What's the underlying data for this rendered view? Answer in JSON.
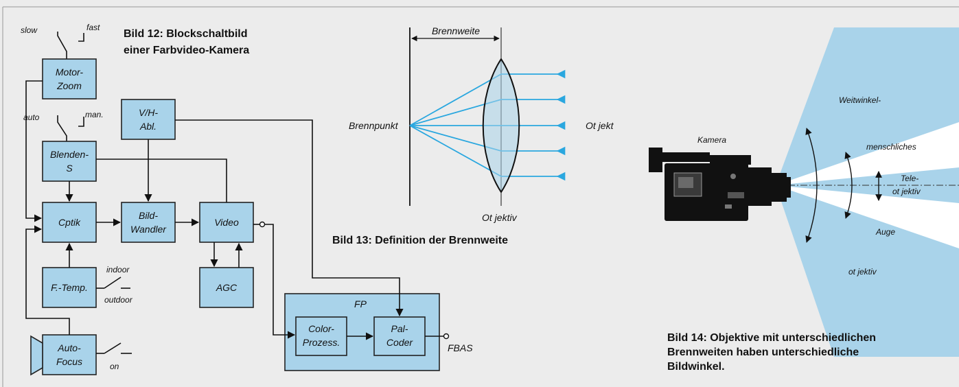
{
  "fig12": {
    "caption_l1": "Bild 12: Blockschaltbild",
    "caption_l2": "einer Farbvideo-Kamera",
    "blocks": {
      "motor": [
        "Motor-",
        "Zoom"
      ],
      "blenden": [
        "Blenden-",
        "S"
      ],
      "optik": [
        "Cptik"
      ],
      "ftemp": [
        "F.-Temp."
      ],
      "autofocus": [
        "Auto-",
        "Focus"
      ],
      "vh": [
        "V/H-",
        "Abl."
      ],
      "bild": [
        "Bild-",
        "Wandler"
      ],
      "video": [
        "Video"
      ],
      "agc": [
        "AGC"
      ],
      "fp": "FP",
      "color": [
        "Color-",
        "Prozess."
      ],
      "pal": [
        "Pal-",
        "Coder"
      ]
    },
    "switches": {
      "slow": "slow",
      "fast": "fast",
      "auto": "auto",
      "man": "man.",
      "indoor": "indoor",
      "outdoor": "outdoor",
      "on": "on"
    },
    "fbas": "FBAS"
  },
  "fig13": {
    "brennweite": "Brennweite",
    "brennpunkt": "Brennpunkt",
    "objekt": "Ot jekt",
    "objektiv": "Ot jektiv",
    "caption": "Bild 13: Definition der Brennweite"
  },
  "fig14": {
    "kamera": "Kamera",
    "weitwinkel": "Weitwinkel-",
    "menschliches": "menschliches",
    "tele_l1": "Tele-",
    "tele_l2": "ot jektiv",
    "auge": "Auge",
    "objektiv": "ot jektiv",
    "caption_l1": "Bild 14: Objektive mit unterschiedlichen",
    "caption_l2": "Brennweiten haben unterschiedliche",
    "caption_l3": "Bildwinkel."
  },
  "colors": {
    "block_fill": "#a9d3ea",
    "ray": "#2aa7df",
    "cone": "#a9d3ea",
    "background": "#ececec"
  }
}
